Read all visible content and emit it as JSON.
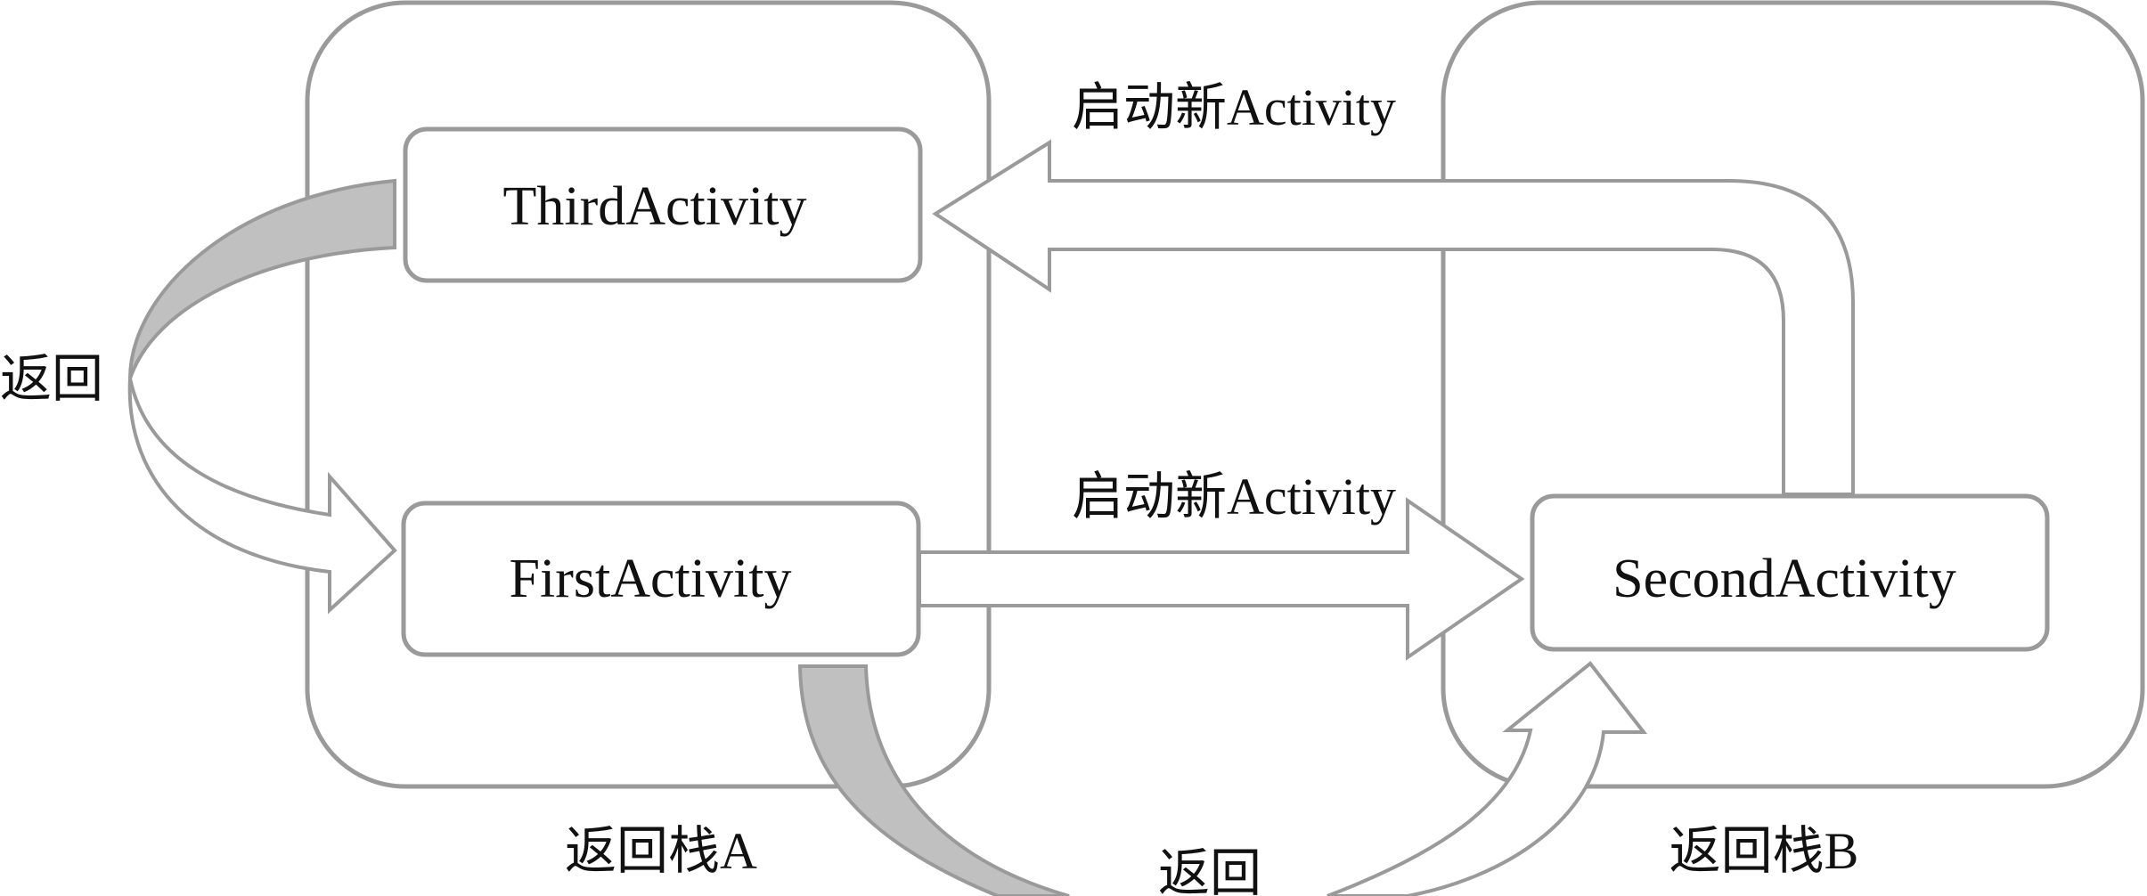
{
  "stacks": {
    "a": {
      "label": "返回栈A"
    },
    "b": {
      "label": "返回栈B"
    }
  },
  "activities": {
    "third": {
      "label": "ThirdActivity"
    },
    "first": {
      "label": "FirstActivity"
    },
    "second": {
      "label": "SecondActivity"
    }
  },
  "edges": {
    "second_to_third": {
      "label": "启动新Activity"
    },
    "first_to_second": {
      "label": "启动新Activity"
    },
    "third_back_first": {
      "label": "返回"
    },
    "first_back_second": {
      "label": "返回"
    }
  },
  "colors": {
    "stroke": "#9a9a9a",
    "fill_shaded": "#c0c0c0",
    "fill_white": "#ffffff",
    "text": "#111111"
  }
}
